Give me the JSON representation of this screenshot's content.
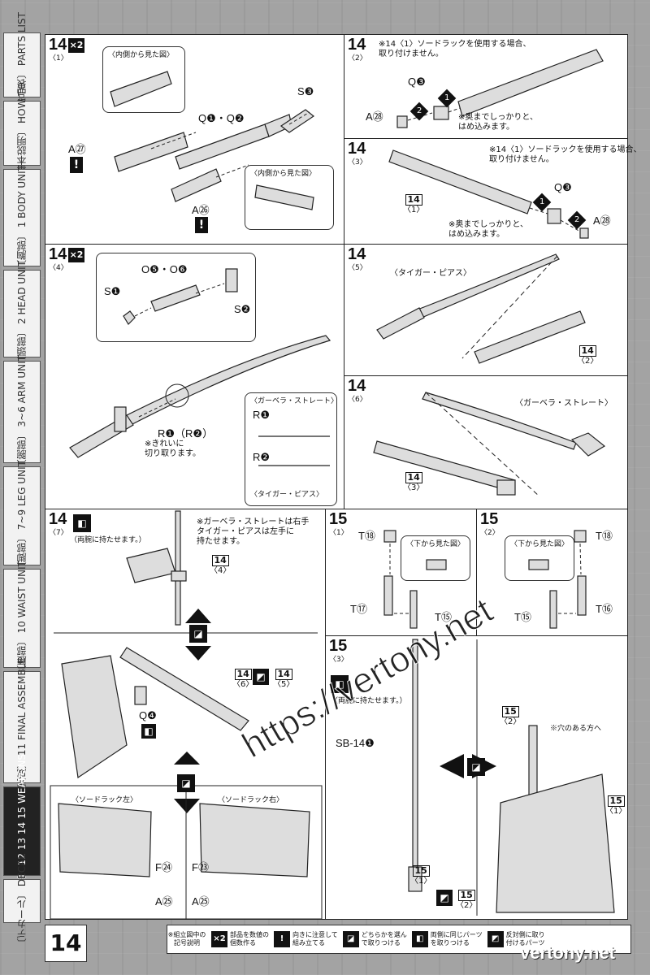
{
  "sidebar": [
    {
      "jp": "〔部品表〕",
      "en": "PARTS LIST"
    },
    {
      "jp": "〔基本説明〕",
      "en": "HOW TO"
    },
    {
      "jp": "〔胸部〕 1",
      "en": "BODY UNIT"
    },
    {
      "jp": "〔頭部〕 2",
      "en": "HEAD UNIT"
    },
    {
      "jp": "〔腕部〕 3~6",
      "en": "ARM UNIT"
    },
    {
      "jp": "〔脚部〕 7~9",
      "en": "LEG UNIT"
    },
    {
      "jp": "〔腰部〕 10",
      "en": "WAIST UNIT"
    },
    {
      "jp": "〔完成〕 11",
      "en": "FINAL ASSEMBLE"
    },
    {
      "jp": "〔武器〕 12 13 14 15",
      "en": "WEAPONS"
    },
    {
      "jp": "〔デカール〕",
      "en": "DECAL"
    }
  ],
  "steps": {
    "s14_1": {
      "num": "14",
      "sub": "〈1〉",
      "mult": "×2",
      "inner_view_1": "〈内側から見た図〉",
      "inner_view_2": "〈内側から見た図〉",
      "q": "Q❶・Q❷",
      "s": "S❸",
      "a27": "A㉗",
      "a26": "A㉖",
      "warn": "!"
    },
    "s14_2": {
      "num": "14",
      "sub": "〈2〉",
      "note_1": "※14〈1〉ソードラックを使用する場合、",
      "note_2": "取り付けません。",
      "q3": "Q❸",
      "a28": "A㉘",
      "step1": "1",
      "step2": "2",
      "note_3": "※奥までしっかりと、",
      "note_4": "はめ込みます。"
    },
    "s14_3": {
      "num": "14",
      "sub": "〈3〉",
      "note_1": "※14〈1〉ソードラックを使用する場合、",
      "note_2": "取り付けません。",
      "q3": "Q❸",
      "a28": "A㉘",
      "ref_num": "14",
      "ref_sub": "〈1〉",
      "step1": "1",
      "step2": "2",
      "note_3": "※奥までしっかりと、",
      "note_4": "はめ込みます。"
    },
    "s14_4": {
      "num": "14",
      "sub": "〈4〉",
      "mult": "×2",
      "o": "O❺・O❻",
      "s1": "S❶",
      "s2": "S❷",
      "r": "R❶（R❷）",
      "note_1": "※きれいに",
      "note_2": "切り取ります。",
      "cap_1": "〈ガーベラ・ストレート〉",
      "r1": "R❶",
      "r2": "R❷",
      "cap_2": "〈タイガー・ピアス〉"
    },
    "s14_5": {
      "num": "14",
      "sub": "〈5〉",
      "cap": "〈タイガー・ピアス〉",
      "ref_num": "14",
      "ref_sub": "〈2〉"
    },
    "s14_6": {
      "num": "14",
      "sub": "〈6〉",
      "cap": "〈ガーベラ・ストレート〉",
      "ref_num": "14",
      "ref_sub": "〈3〉"
    },
    "s14_7": {
      "num": "14",
      "sub": "〈7〉",
      "both_arms": "（両腕に持たせます。）",
      "note_1": "※ガーベラ・ストレートは右手",
      "note_2": "タイガー・ピアスは左手に",
      "note_3": "持たせます。",
      "ref_4": "14",
      "ref_4_sub": "〈4〉",
      "q4": "Q❹",
      "ref_6": "14",
      "ref_6_sub": "〈6〉",
      "ref_5": "14",
      "ref_5_sub": "〈5〉",
      "rack_left": "〈ソードラック左〉",
      "rack_right": "〈ソードラック右〉",
      "f24": "F㉔",
      "f23": "F㉓",
      "a25_l": "A㉕",
      "a25_r": "A㉕"
    },
    "s15_1": {
      "num": "15",
      "sub": "〈1〉",
      "t18": "T⑱",
      "t17": "T⑰",
      "t15": "T⑮",
      "cap": "〈下から見た図〉"
    },
    "s15_2": {
      "num": "15",
      "sub": "〈2〉",
      "t18": "T⑱",
      "t16": "T⑯",
      "t15": "T⑮",
      "cap": "〈下から見た図〉"
    },
    "s15_3": {
      "num": "15",
      "sub": "〈3〉",
      "both_arms": "（両腕に持たせます。）",
      "sb": "SB-14❶",
      "ref_a": "15",
      "ref_a_sub": "〈2〉",
      "hole_note": "※穴のある方へ",
      "ref_b": "15",
      "ref_b_sub": "〈1〉",
      "ref_c": "15",
      "ref_c_sub": "〈1〉",
      "ref_d": "15",
      "ref_d_sub": "〈2〉"
    }
  },
  "footer": {
    "page_number": "14",
    "legend_title": "※組立図中の\n記号説明",
    "items": [
      {
        "icon": "×2",
        "text": "部品を数値の\n個数作る"
      },
      {
        "icon": "!",
        "text": "向きに注意して\n組み立てる"
      },
      {
        "icon": "◪",
        "text": "どちらかを選ん\nで取りつける"
      },
      {
        "icon": "◧",
        "text": "両側に同じパーツ\nを取りつける"
      },
      {
        "icon": "◩",
        "text": "反対側に取り\n付けるパーツ"
      }
    ]
  },
  "watermark": "https://vertony.net",
  "brand": "vertony.net"
}
